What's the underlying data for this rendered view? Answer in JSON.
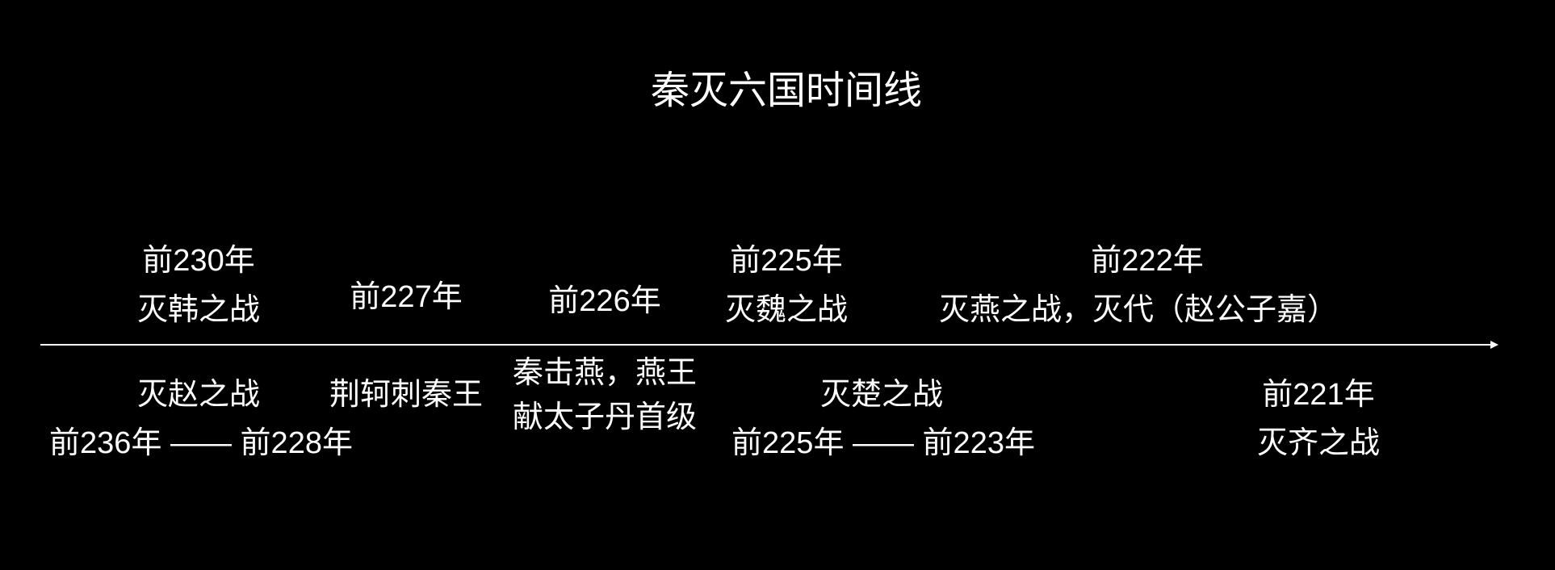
{
  "title": "秦灭六国时间线",
  "above": [
    {
      "year": "前230年",
      "event": "灭韩之战"
    },
    {
      "year": "前227年"
    },
    {
      "year": "前226年"
    },
    {
      "year": "前225年",
      "event": "灭魏之战"
    },
    {
      "year": "前222年",
      "event": "灭燕之战，灭代（赵公子嘉）"
    }
  ],
  "below": [
    {
      "event": "灭赵之战",
      "year": "前236年 —— 前228年"
    },
    {
      "event": "荆轲刺秦王"
    },
    {
      "event_line1": "秦击燕，燕王",
      "event_line2": "献太子丹首级"
    },
    {
      "event": "灭楚之战",
      "year": "前225年 —— 前223年"
    },
    {
      "year": "前221年",
      "event": "灭齐之战"
    }
  ],
  "colors": {
    "background": "#000000",
    "foreground": "#ffffff"
  }
}
